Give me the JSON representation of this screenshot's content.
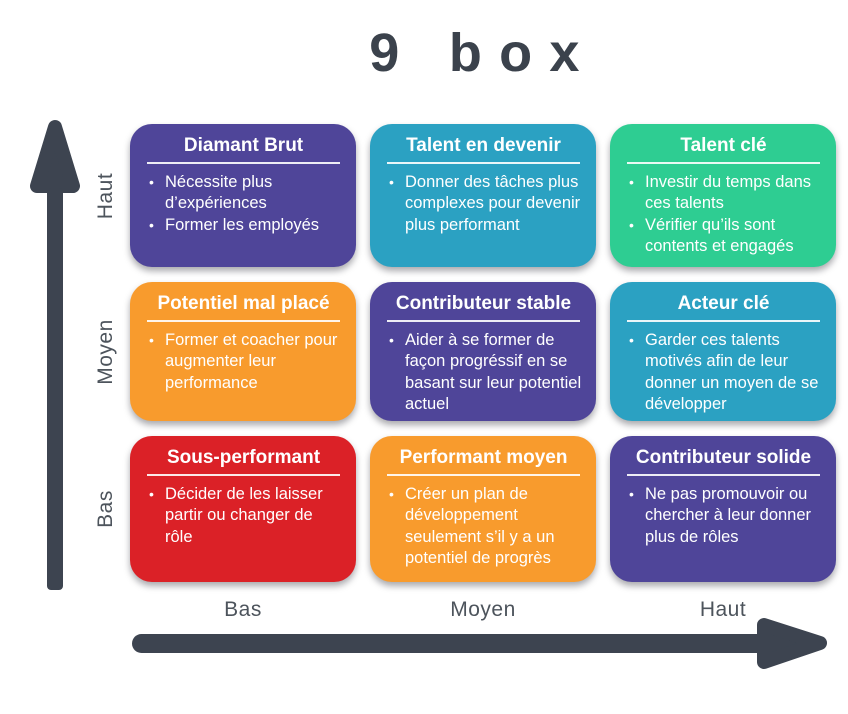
{
  "title": "9 box",
  "bullet_char": "•",
  "colors": {
    "purple": "#4f4599",
    "teal": "#2ba1c2",
    "green": "#2ecd92",
    "orange": "#f89b2d",
    "red": "#db2127",
    "arrow": "#3d4450",
    "heading": "#3b424c",
    "axis_label": "#4d545c"
  },
  "y_axis": {
    "labels": [
      "Haut",
      "Moyen",
      "Bas"
    ]
  },
  "x_axis": {
    "labels": [
      "Bas",
      "Moyen",
      "Haut"
    ]
  },
  "cells": [
    {
      "title": "Diamant Brut",
      "color": "#4f4599",
      "bullets": [
        "Nécessite plus d’expériences",
        "Former les employés"
      ]
    },
    {
      "title": "Talent en devenir",
      "color": "#2ba1c2",
      "bullets": [
        "Donner des tâches plus complexes pour devenir plus performant"
      ]
    },
    {
      "title": "Talent clé",
      "color": "#2ecd92",
      "bullets": [
        "Investir du temps dans ces talents",
        "Vérifier qu’ils sont contents et engagés"
      ]
    },
    {
      "title": "Potentiel mal placé",
      "color": "#f89b2d",
      "bullets": [
        "Former et coacher pour augmenter leur performance"
      ]
    },
    {
      "title": "Contributeur stable",
      "color": "#4f4599",
      "bullets": [
        "Aider à se former de façon progréssif en se basant sur leur potentiel actuel"
      ]
    },
    {
      "title": "Acteur clé",
      "color": "#2ba1c2",
      "bullets": [
        "Garder ces talents motivés afin de leur donner un moyen de se développer"
      ]
    },
    {
      "title": "Sous-performant",
      "color": "#db2127",
      "bullets": [
        "Décider de les laisser partir ou changer de rôle"
      ]
    },
    {
      "title": "Performant moyen",
      "color": "#f89b2d",
      "bullets": [
        "Créer un plan de développement seulement s’il y a un potentiel de progrès"
      ]
    },
    {
      "title": "Contributeur solide",
      "color": "#4f4599",
      "bullets": [
        "Ne pas promouvoir ou chercher à leur donner plus de rôles"
      ]
    }
  ]
}
